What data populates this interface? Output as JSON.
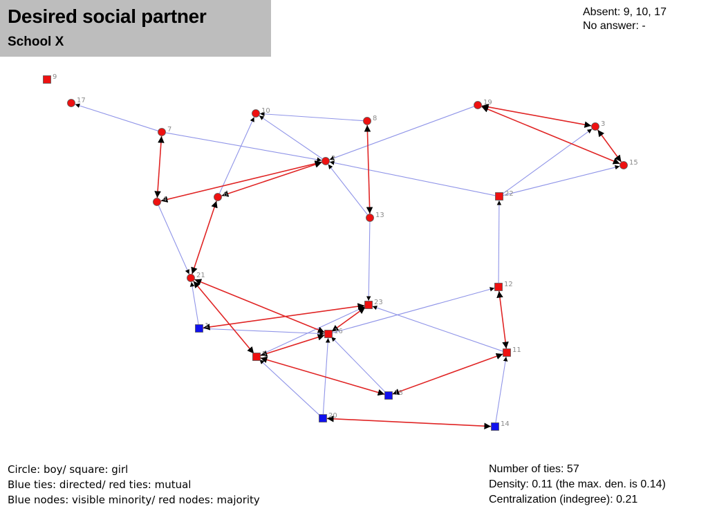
{
  "header": {
    "title": "Desired social partner",
    "subtitle": "School X"
  },
  "notes": {
    "absent": "Absent: 9, 10, 17",
    "no_answer": "No answer: -"
  },
  "legend": {
    "line1": "Circle: boy/ square: girl",
    "line2": "Blue ties: directed/ red ties: mutual",
    "line3": "Blue nodes: visible minority/ red nodes: majority"
  },
  "stats": {
    "ties": "Number of ties:  57",
    "density": "Density: 0.11 (the max. den. is 0.14)",
    "centralization": "Centralization  (indegree):  0.21"
  },
  "colors": {
    "majority": "#ee1111",
    "minority": "#1111ee",
    "directed_tie": "#8f94e8",
    "mutual_tie": "#e02424"
  },
  "network": {
    "nodes": [
      {
        "id": "9",
        "shape": "square",
        "group": "majority"
      },
      {
        "id": "17",
        "shape": "circle",
        "group": "majority"
      },
      {
        "id": "7",
        "shape": "circle",
        "group": "majority"
      },
      {
        "id": "10",
        "shape": "circle",
        "group": "majority"
      },
      {
        "id": "8",
        "shape": "circle",
        "group": "majority"
      },
      {
        "id": "19",
        "shape": "circle",
        "group": "majority"
      },
      {
        "id": "3",
        "shape": "circle",
        "group": "majority"
      },
      {
        "id": "2",
        "shape": "circle",
        "group": "majority"
      },
      {
        "id": "15",
        "shape": "circle",
        "group": "majority"
      },
      {
        "id": "4",
        "shape": "circle",
        "group": "majority"
      },
      {
        "id": "6",
        "shape": "circle",
        "group": "majority"
      },
      {
        "id": "22",
        "shape": "square",
        "group": "majority"
      },
      {
        "id": "13",
        "shape": "circle",
        "group": "majority"
      },
      {
        "id": "21",
        "shape": "circle",
        "group": "majority"
      },
      {
        "id": "12",
        "shape": "square",
        "group": "majority"
      },
      {
        "id": "23",
        "shape": "square",
        "group": "majority"
      },
      {
        "id": "1",
        "shape": "square",
        "group": "minority"
      },
      {
        "id": "16",
        "shape": "square",
        "group": "majority"
      },
      {
        "id": "5",
        "shape": "square",
        "group": "majority"
      },
      {
        "id": "11",
        "shape": "square",
        "group": "majority"
      },
      {
        "id": "18",
        "shape": "square",
        "group": "minority"
      },
      {
        "id": "20",
        "shape": "square",
        "group": "minority"
      },
      {
        "id": "14",
        "shape": "square",
        "group": "minority"
      }
    ],
    "directed_ties": [
      [
        "7",
        "17"
      ],
      [
        "7",
        "2"
      ],
      [
        "6",
        "10"
      ],
      [
        "8",
        "10"
      ],
      [
        "19",
        "2"
      ],
      [
        "13",
        "2"
      ],
      [
        "22",
        "2"
      ],
      [
        "22",
        "3"
      ],
      [
        "22",
        "15"
      ],
      [
        "4",
        "21"
      ],
      [
        "1",
        "21"
      ],
      [
        "13",
        "23"
      ],
      [
        "12",
        "22"
      ],
      [
        "11",
        "23"
      ],
      [
        "5",
        "23"
      ],
      [
        "16",
        "12"
      ],
      [
        "1",
        "16"
      ],
      [
        "2",
        "10"
      ],
      [
        "18",
        "16"
      ],
      [
        "20",
        "16"
      ],
      [
        "20",
        "5"
      ],
      [
        "14",
        "11"
      ]
    ],
    "mutual_ties": [
      [
        "7",
        "4"
      ],
      [
        "4",
        "2"
      ],
      [
        "6",
        "2"
      ],
      [
        "8",
        "13"
      ],
      [
        "19",
        "3"
      ],
      [
        "19",
        "15"
      ],
      [
        "3",
        "15"
      ],
      [
        "21",
        "6"
      ],
      [
        "21",
        "16"
      ],
      [
        "21",
        "5"
      ],
      [
        "1",
        "23"
      ],
      [
        "16",
        "23"
      ],
      [
        "5",
        "16"
      ],
      [
        "5",
        "18"
      ],
      [
        "18",
        "11"
      ],
      [
        "12",
        "11"
      ],
      [
        "20",
        "14"
      ]
    ]
  }
}
